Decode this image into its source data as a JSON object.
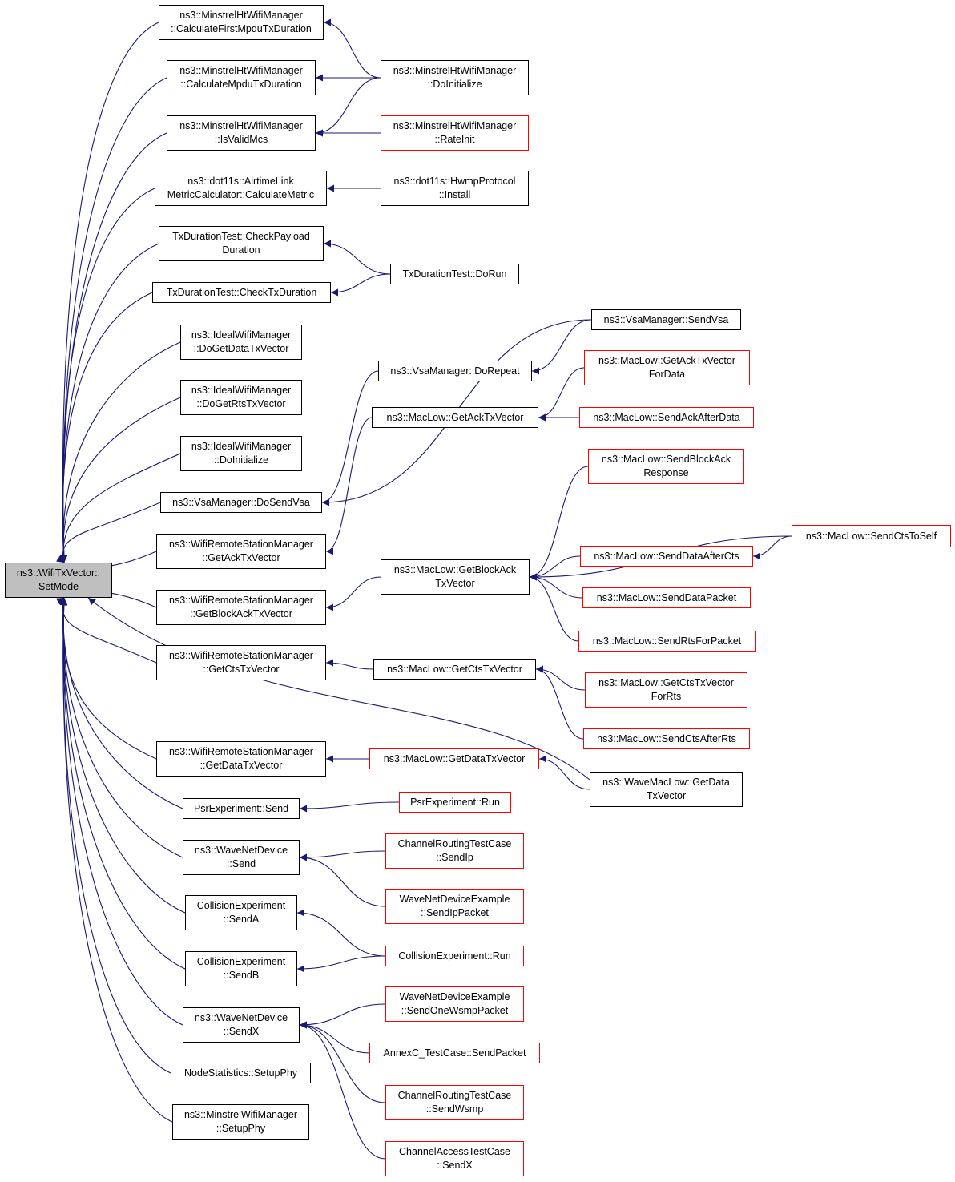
{
  "colors": {
    "edge": "#191970",
    "node_border": "#000000",
    "node_border_incomplete": "#ff0000",
    "root_fill": "#bfbfbf",
    "node_fill": "#ffffff"
  },
  "nodes": [
    {
      "id": "root",
      "lines": [
        "ns3::WifiTxVector::",
        "SetMode"
      ],
      "style": "root"
    },
    {
      "id": "mh_cfmtd",
      "lines": [
        "ns3::MinstrelHtWifiManager",
        "::CalculateFirstMpduTxDuration"
      ],
      "style": "normal"
    },
    {
      "id": "mh_cmtd",
      "lines": [
        "ns3::MinstrelHtWifiManager",
        "::CalculateMpduTxDuration"
      ],
      "style": "normal"
    },
    {
      "id": "mh_ivm",
      "lines": [
        "ns3::MinstrelHtWifiManager",
        "::IsValidMcs"
      ],
      "style": "normal"
    },
    {
      "id": "atm_cm",
      "lines": [
        "ns3::dot11s::AirtimeLink",
        "MetricCalculator::CalculateMetric"
      ],
      "style": "normal"
    },
    {
      "id": "tdt_cpd",
      "lines": [
        "TxDurationTest::CheckPayload",
        "Duration"
      ],
      "style": "normal"
    },
    {
      "id": "tdt_ctd",
      "lines": [
        "TxDurationTest::CheckTxDuration"
      ],
      "style": "normal"
    },
    {
      "id": "iw_dgdtv",
      "lines": [
        "ns3::IdealWifiManager",
        "::DoGetDataTxVector"
      ],
      "style": "normal"
    },
    {
      "id": "iw_dgrtv",
      "lines": [
        "ns3::IdealWifiManager",
        "::DoGetRtsTxVector"
      ],
      "style": "normal"
    },
    {
      "id": "iw_di",
      "lines": [
        "ns3::IdealWifiManager",
        "::DoInitialize"
      ],
      "style": "normal"
    },
    {
      "id": "vsa_dsv",
      "lines": [
        "ns3::VsaManager::DoSendVsa"
      ],
      "style": "normal"
    },
    {
      "id": "wrsm_gatv",
      "lines": [
        "ns3::WifiRemoteStationManager",
        "::GetAckTxVector"
      ],
      "style": "normal"
    },
    {
      "id": "wrsm_gbatv",
      "lines": [
        "ns3::WifiRemoteStationManager",
        "::GetBlockAckTxVector"
      ],
      "style": "normal"
    },
    {
      "id": "wrsm_gctv",
      "lines": [
        "ns3::WifiRemoteStationManager",
        "::GetCtsTxVector"
      ],
      "style": "normal"
    },
    {
      "id": "wrsm_gdtv",
      "lines": [
        "ns3::WifiRemoteStationManager",
        "::GetDataTxVector"
      ],
      "style": "normal"
    },
    {
      "id": "psr_send",
      "lines": [
        "PsrExperiment::Send"
      ],
      "style": "normal"
    },
    {
      "id": "wnd_send",
      "lines": [
        "ns3::WaveNetDevice",
        "::Send"
      ],
      "style": "normal"
    },
    {
      "id": "ce_senda",
      "lines": [
        "CollisionExperiment",
        "::SendA"
      ],
      "style": "normal"
    },
    {
      "id": "ce_sendb",
      "lines": [
        "CollisionExperiment",
        "::SendB"
      ],
      "style": "normal"
    },
    {
      "id": "wnd_sendx",
      "lines": [
        "ns3::WaveNetDevice",
        "::SendX"
      ],
      "style": "normal"
    },
    {
      "id": "ns_sp",
      "lines": [
        "NodeStatistics::SetupPhy"
      ],
      "style": "normal"
    },
    {
      "id": "mw_sp",
      "lines": [
        "ns3::MinstrelWifiManager",
        "::SetupPhy"
      ],
      "style": "normal"
    },
    {
      "id": "mh_di",
      "lines": [
        "ns3::MinstrelHtWifiManager",
        "::DoInitialize"
      ],
      "style": "normal"
    },
    {
      "id": "mh_ri",
      "lines": [
        "ns3::MinstrelHtWifiManager",
        "::RateInit"
      ],
      "style": "red"
    },
    {
      "id": "hwmp_inst",
      "lines": [
        "ns3::dot11s::HwmpProtocol",
        "::Install"
      ],
      "style": "normal"
    },
    {
      "id": "tdt_dorun",
      "lines": [
        "TxDurationTest::DoRun"
      ],
      "style": "normal"
    },
    {
      "id": "vsa_sendvsa",
      "lines": [
        "ns3::VsaManager::SendVsa"
      ],
      "style": "normal"
    },
    {
      "id": "vsa_dorepeat",
      "lines": [
        "ns3::VsaManager::DoRepeat"
      ],
      "style": "normal"
    },
    {
      "id": "ml_gatv",
      "lines": [
        "ns3::MacLow::GetAckTxVector"
      ],
      "style": "normal"
    },
    {
      "id": "ml_gbatv",
      "lines": [
        "ns3::MacLow::GetBlockAck",
        "TxVector"
      ],
      "style": "normal"
    },
    {
      "id": "ml_gctv",
      "lines": [
        "ns3::MacLow::GetCtsTxVector"
      ],
      "style": "normal"
    },
    {
      "id": "ml_gdtv",
      "lines": [
        "ns3::MacLow::GetDataTxVector"
      ],
      "style": "red"
    },
    {
      "id": "psr_run",
      "lines": [
        "PsrExperiment::Run"
      ],
      "style": "red"
    },
    {
      "id": "crtc_sendip",
      "lines": [
        "ChannelRoutingTestCase",
        "::SendIp"
      ],
      "style": "red"
    },
    {
      "id": "wnde_sendippacket",
      "lines": [
        "WaveNetDeviceExample",
        "::SendIpPacket"
      ],
      "style": "red"
    },
    {
      "id": "ce_run",
      "lines": [
        "CollisionExperiment::Run"
      ],
      "style": "red"
    },
    {
      "id": "wnde_sendonewsmp",
      "lines": [
        "WaveNetDeviceExample",
        "::SendOneWsmpPacket"
      ],
      "style": "red"
    },
    {
      "id": "annexc_sendpacket",
      "lines": [
        "AnnexC_TestCase::SendPacket"
      ],
      "style": "red"
    },
    {
      "id": "crtc_sendwsmp",
      "lines": [
        "ChannelRoutingTestCase",
        "::SendWsmp"
      ],
      "style": "red"
    },
    {
      "id": "catc_sendx",
      "lines": [
        "ChannelAccessTestCase",
        "::SendX"
      ],
      "style": "red"
    },
    {
      "id": "ml_gatvfd",
      "lines": [
        "ns3::MacLow::GetAckTxVector",
        "ForData"
      ],
      "style": "red"
    },
    {
      "id": "ml_saad",
      "lines": [
        "ns3::MacLow::SendAckAfterData"
      ],
      "style": "red"
    },
    {
      "id": "ml_sbar",
      "lines": [
        "ns3::MacLow::SendBlockAck",
        "Response"
      ],
      "style": "red"
    },
    {
      "id": "ml_sdac",
      "lines": [
        "ns3::MacLow::SendDataAfterCts"
      ],
      "style": "red"
    },
    {
      "id": "ml_sdp",
      "lines": [
        "ns3::MacLow::SendDataPacket"
      ],
      "style": "red"
    },
    {
      "id": "ml_srfp",
      "lines": [
        "ns3::MacLow::SendRtsForPacket"
      ],
      "style": "red"
    },
    {
      "id": "ml_gctvfr",
      "lines": [
        "ns3::MacLow::GetCtsTxVector",
        "ForRts"
      ],
      "style": "red"
    },
    {
      "id": "ml_scar",
      "lines": [
        "ns3::MacLow::SendCtsAfterRts"
      ],
      "style": "red"
    },
    {
      "id": "wml_gdtv",
      "lines": [
        "ns3::WaveMacLow::GetData",
        "TxVector"
      ],
      "style": "normal"
    },
    {
      "id": "ml_scts",
      "lines": [
        "ns3::MacLow::SendCtsToSelf"
      ],
      "style": "red"
    }
  ],
  "edges": [
    [
      "mh_cfmtd",
      "root"
    ],
    [
      "mh_cmtd",
      "root"
    ],
    [
      "mh_ivm",
      "root"
    ],
    [
      "atm_cm",
      "root"
    ],
    [
      "tdt_cpd",
      "root"
    ],
    [
      "tdt_ctd",
      "root"
    ],
    [
      "iw_dgdtv",
      "root"
    ],
    [
      "iw_dgrtv",
      "root"
    ],
    [
      "iw_di",
      "root"
    ],
    [
      "vsa_dsv",
      "root"
    ],
    [
      "wrsm_gatv",
      "root"
    ],
    [
      "wrsm_gbatv",
      "root"
    ],
    [
      "wrsm_gctv",
      "root"
    ],
    [
      "wrsm_gdtv",
      "root"
    ],
    [
      "psr_send",
      "root"
    ],
    [
      "wnd_send",
      "root"
    ],
    [
      "ce_senda",
      "root"
    ],
    [
      "ce_sendb",
      "root"
    ],
    [
      "wnd_sendx",
      "root"
    ],
    [
      "ns_sp",
      "root"
    ],
    [
      "mw_sp",
      "root"
    ],
    [
      "wml_gdtv",
      "root"
    ],
    [
      "mh_di",
      "mh_cfmtd"
    ],
    [
      "mh_di",
      "mh_cmtd"
    ],
    [
      "mh_di",
      "mh_ivm"
    ],
    [
      "mh_ri",
      "mh_ivm"
    ],
    [
      "hwmp_inst",
      "atm_cm"
    ],
    [
      "tdt_dorun",
      "tdt_cpd"
    ],
    [
      "tdt_dorun",
      "tdt_ctd"
    ],
    [
      "vsa_sendvsa",
      "vsa_dsv"
    ],
    [
      "vsa_dorepeat",
      "vsa_dsv"
    ],
    [
      "vsa_sendvsa",
      "vsa_dorepeat"
    ],
    [
      "ml_gatv",
      "wrsm_gatv"
    ],
    [
      "ml_gbatv",
      "wrsm_gbatv"
    ],
    [
      "ml_gctv",
      "wrsm_gctv"
    ],
    [
      "ml_gdtv",
      "wrsm_gdtv"
    ],
    [
      "psr_run",
      "psr_send"
    ],
    [
      "crtc_sendip",
      "wnd_send"
    ],
    [
      "wnde_sendippacket",
      "wnd_send"
    ],
    [
      "ce_run",
      "ce_senda"
    ],
    [
      "ce_run",
      "ce_sendb"
    ],
    [
      "wnde_sendonewsmp",
      "wnd_sendx"
    ],
    [
      "annexc_sendpacket",
      "wnd_sendx"
    ],
    [
      "crtc_sendwsmp",
      "wnd_sendx"
    ],
    [
      "catc_sendx",
      "wnd_sendx"
    ],
    [
      "ml_gatvfd",
      "ml_gatv"
    ],
    [
      "ml_saad",
      "ml_gatv"
    ],
    [
      "ml_sbar",
      "ml_gbatv"
    ],
    [
      "ml_scts",
      "ml_gbatv"
    ],
    [
      "ml_sdac",
      "ml_gbatv"
    ],
    [
      "ml_sdp",
      "ml_gbatv"
    ],
    [
      "ml_srfp",
      "ml_gbatv"
    ],
    [
      "ml_gctvfr",
      "ml_gctv"
    ],
    [
      "ml_scar",
      "ml_gctv"
    ],
    [
      "wml_gdtv",
      "ml_gdtv"
    ],
    [
      "ml_scts",
      "ml_sdac"
    ]
  ]
}
